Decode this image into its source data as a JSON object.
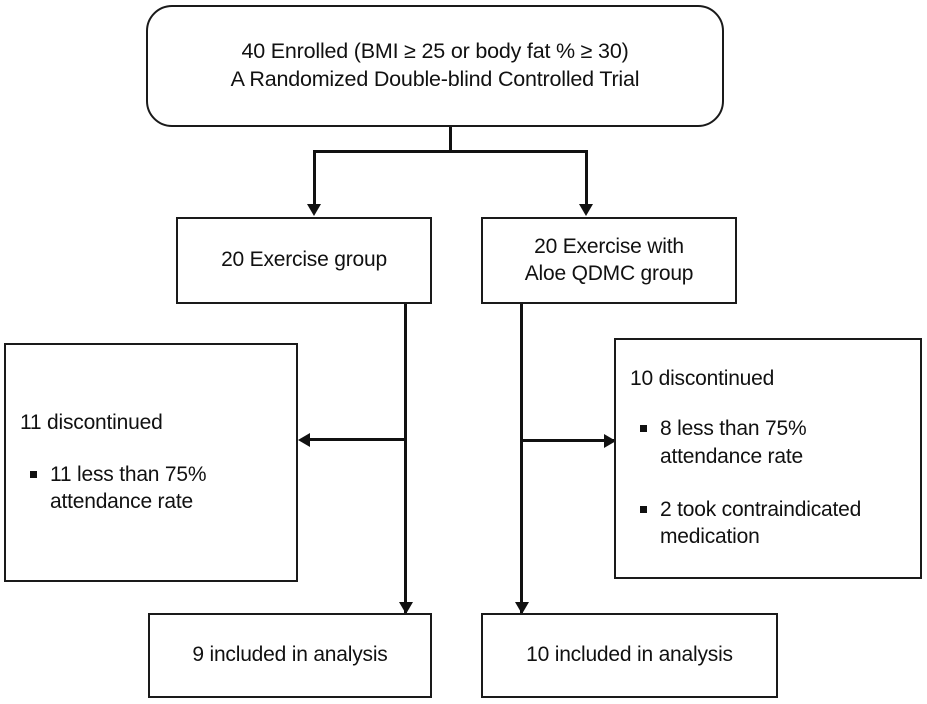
{
  "diagram": {
    "title": "CONSORT participant flow diagram",
    "type": "flowchart",
    "colors": {
      "stroke": "#111111",
      "background": "#ffffff",
      "text": "#111111"
    },
    "nodes": {
      "enrolled": {
        "line1": "40 Enrolled (BMI ≥ 25 or body fat % ≥ 30)",
        "line2": "A Randomized Double-blind Controlled Trial"
      },
      "exercise_group": {
        "line1": "20 Exercise group"
      },
      "aloe_group": {
        "line1": "20 Exercise with",
        "line2": "Aloe QDMC group"
      },
      "left_discontinued": {
        "title": "11 discontinued",
        "bullets": [
          "11 less than 75% attendance rate"
        ]
      },
      "right_discontinued": {
        "title": "10 discontinued",
        "bullets": [
          "8 less than 75% attendance rate",
          "2 took contraindicated medication"
        ]
      },
      "left_analysis": {
        "line1": "9 included in analysis"
      },
      "right_analysis": {
        "line1": "10 included in analysis"
      }
    },
    "edges": [
      {
        "from": "enrolled",
        "to": "exercise_group",
        "arrow": "down"
      },
      {
        "from": "enrolled",
        "to": "aloe_group",
        "arrow": "down"
      },
      {
        "from": "exercise_group",
        "to": "left_discontinued",
        "arrow": "left"
      },
      {
        "from": "exercise_group",
        "to": "left_analysis",
        "arrow": "down"
      },
      {
        "from": "aloe_group",
        "to": "right_discontinued",
        "arrow": "right"
      },
      {
        "from": "aloe_group",
        "to": "right_analysis",
        "arrow": "down"
      }
    ]
  }
}
